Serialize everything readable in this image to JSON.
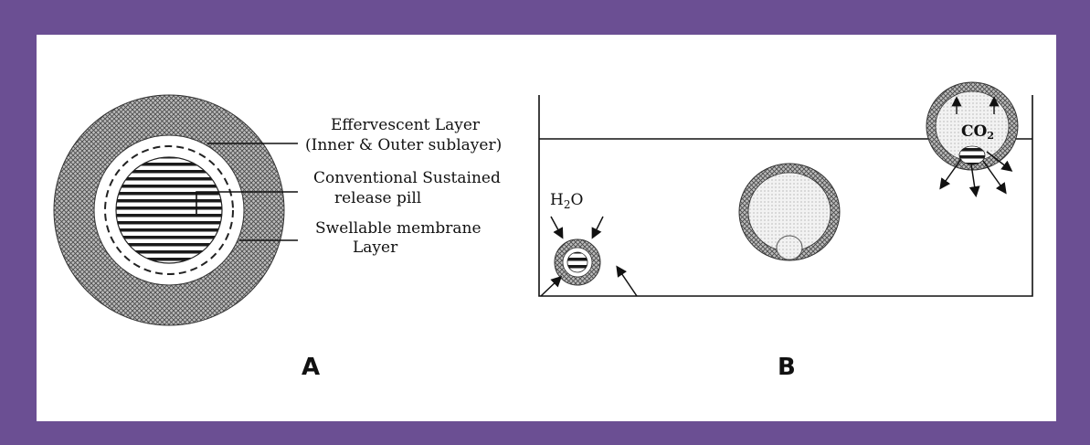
{
  "colors": {
    "frame": "#6b4f93",
    "panel": "#ffffff",
    "ink": "#111111",
    "core_fill": "#eeeeee"
  },
  "panel_a": {
    "label": "A",
    "labels": {
      "effervescent_line1": "Effervescent Layer",
      "effervescent_line2": "(Inner & Outer sublayer)",
      "conventional_line1": "Conventional Sustained",
      "conventional_line2": "release pill",
      "swellable_line1": "Swellable membrane",
      "swellable_line2": "Layer"
    }
  },
  "panel_b": {
    "label": "B",
    "water_label": "H",
    "water_sub": "2",
    "water_tail": "O",
    "gas_label": "CO",
    "gas_sub": "2"
  }
}
